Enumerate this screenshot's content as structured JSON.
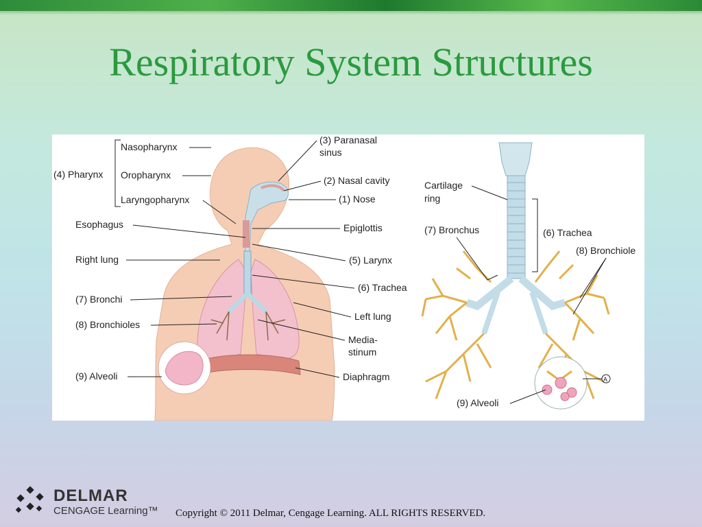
{
  "slide": {
    "title": "Respiratory System Structures",
    "copyright": "Copyright © 2011 Delmar, Cengage Learning. ALL RIGHTS RESERVED."
  },
  "logo": {
    "line1": "DELMAR",
    "line2": "CENGAGE Learning™"
  },
  "figure_left": {
    "labels": {
      "nasopharynx": "Nasopharynx",
      "pharynx": "(4) Pharynx",
      "oropharynx": "Oropharynx",
      "laryngopharynx": "Laryngopharynx",
      "esophagus": "Esophagus",
      "right_lung": "Right lung",
      "bronchi": "(7) Bronchi",
      "bronchioles": "(8) Bronchioles",
      "alveoli": "(9) Alveoli",
      "paranasal_1": "(3) Paranasal",
      "paranasal_2": "sinus",
      "nasal_cavity": "(2) Nasal cavity",
      "nose": "(1) Nose",
      "epiglottis": "Epiglottis",
      "larynx": "(5) Larynx",
      "trachea": "(6) Trachea",
      "left_lung": "Left lung",
      "mediastinum_1": "Media-",
      "mediastinum_2": "stinum",
      "diaphragm": "Diaphragm"
    }
  },
  "figure_right": {
    "labels": {
      "cartilage_1": "Cartilage",
      "cartilage_2": "ring",
      "bronchus": "(7) Bronchus",
      "trachea": "(6) Trachea",
      "bronchiole": "(8) Bronchiole",
      "alveoli": "(9) Alveoli",
      "marker": "A"
    }
  },
  "colors": {
    "title": "#2a9a3e",
    "skin": "#f2c9b0",
    "lung": "#f0b8c8",
    "airway": "#b8d8e8",
    "bronchiole": "#e8b84a"
  }
}
